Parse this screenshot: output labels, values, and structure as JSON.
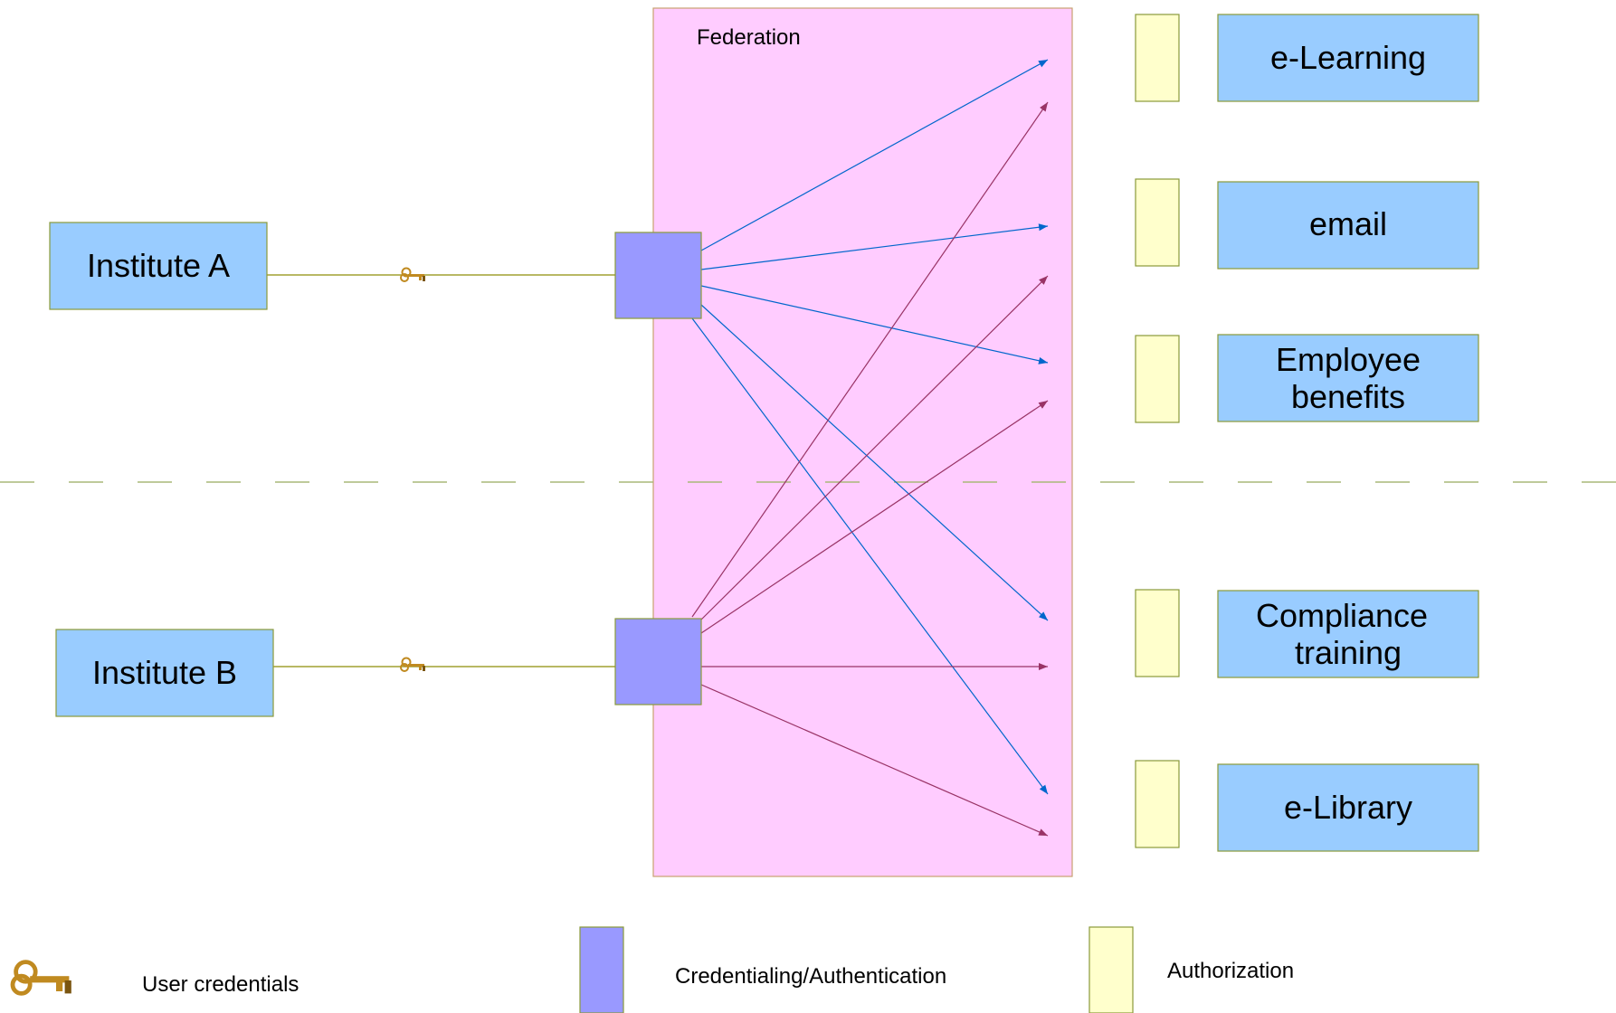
{
  "federation": {
    "label": "Federation",
    "fill": "#ffccff",
    "stroke": "#c8a070"
  },
  "institutes": [
    {
      "id": "a",
      "label": "Institute A"
    },
    {
      "id": "b",
      "label": "Institute B"
    }
  ],
  "services": [
    {
      "id": "elearning",
      "lines": [
        "e-Learning"
      ]
    },
    {
      "id": "email",
      "lines": [
        "email"
      ]
    },
    {
      "id": "benefits",
      "lines": [
        "Employee",
        "benefits"
      ]
    },
    {
      "id": "compliance",
      "lines": [
        "Compliance",
        "training"
      ]
    },
    {
      "id": "elibrary",
      "lines": [
        "e-Library"
      ]
    }
  ],
  "legend": {
    "credentials": "User credentials",
    "authentication": "Credentialing/Authentication",
    "authorization": "Authorization"
  },
  "colors": {
    "box_fill": "#99ccff",
    "box_stroke": "#8a9a3a",
    "auth_fill": "#9999ff",
    "authz_fill": "#ffffcc",
    "arrow_a": "#0066cc",
    "arrow_b": "#993366",
    "credential_line": "#a0a030",
    "divider": "#a8b878",
    "key": "#c08a20"
  }
}
